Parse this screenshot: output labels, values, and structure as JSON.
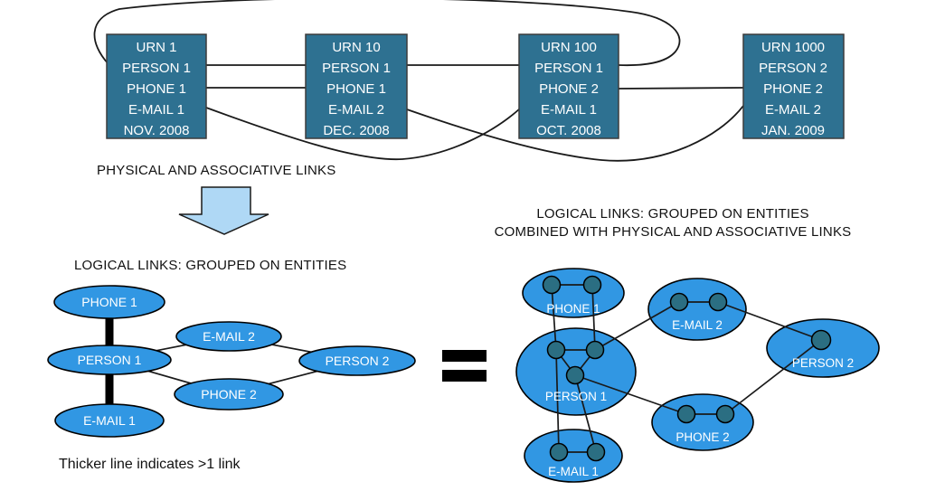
{
  "headings": {
    "physical": "PHYSICAL AND ASSOCIATIVE LINKS",
    "logical_left": "LOGICAL LINKS: GROUPED ON ENTITIES",
    "logical_right_line1": "LOGICAL LINKS: GROUPED ON ENTITIES",
    "logical_right_line2": "COMBINED WITH PHYSICAL AND ASSOCIATIVE LINKS",
    "note": "Thicker line indicates >1 link",
    "equals_symbol": "="
  },
  "records": [
    {
      "urn": "URN 1",
      "person": "PERSON 1",
      "phone": "PHONE 1",
      "email": "E-MAIL 1",
      "date": "NOV. 2008"
    },
    {
      "urn": "URN 10",
      "person": "PERSON 1",
      "phone": "PHONE 1",
      "email": "E-MAIL 2",
      "date": "DEC. 2008"
    },
    {
      "urn": "URN 100",
      "person": "PERSON 1",
      "phone": "PHONE 2",
      "email": "E-MAIL 1",
      "date": "OCT. 2008"
    },
    {
      "urn": "URN 1000",
      "person": "PERSON 2",
      "phone": "PHONE 2",
      "email": "E-MAIL 2",
      "date": "JAN. 2009"
    }
  ],
  "grouped_entities": {
    "phone1": "PHONE 1",
    "person1": "PERSON 1",
    "email1": "E-MAIL 1",
    "email2": "E-MAIL 2",
    "phone2": "PHONE 2",
    "person2": "PERSON 2"
  },
  "combined_entities": {
    "phone1": "PHONE 1",
    "person1": "PERSON 1",
    "email1": "E-MAIL 1",
    "email2": "E-MAIL 2",
    "phone2": "PHONE 2",
    "person2": "PERSON 2"
  },
  "colors": {
    "record_box": "#2E7191",
    "entity_ellipse": "#3197E3",
    "inner_dot": "#2B6E82",
    "arrow_fill": "#AFD8F5",
    "line": "#1a1a1a"
  }
}
